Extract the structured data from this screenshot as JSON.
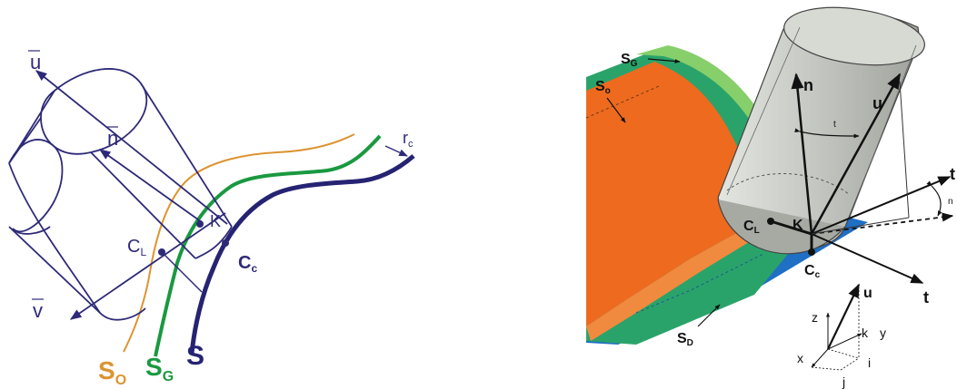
{
  "left": {
    "labels": {
      "u": "u",
      "n": "n",
      "v": "v",
      "k": "K",
      "cl_main": "C",
      "cl_sub": "L",
      "cc_main": "C",
      "cc_sub": "c",
      "rc_main": "r",
      "rc_sub": "c",
      "so_main": "S",
      "so_sub": "O",
      "sg_main": "S",
      "sg_sub": "G",
      "s": "S"
    },
    "colors": {
      "tool": "#2e2a78",
      "s_curve": "#262373",
      "sg_curve": "#1a9940",
      "so_curve": "#dc9431"
    }
  },
  "right": {
    "labels": {
      "sg_main": "S",
      "sg_sub": "G",
      "so_main": "S",
      "so_sub": "o",
      "sd_main": "S",
      "sd_sub": "D",
      "n": "n",
      "u": "u",
      "t_top": "t",
      "t_bottom": "t",
      "n_angle": "n",
      "t_angle": "t",
      "cl_main": "C",
      "cl_sub": "L",
      "k": "K",
      "cc_main": "C",
      "cc_sub": "c",
      "axis_u": "u",
      "axis_z": "z",
      "axis_k": "k",
      "axis_y": "y",
      "axis_x": "x",
      "axis_i": "i",
      "axis_j": "j"
    },
    "colors": {
      "so_orange": "#ee6a1f",
      "sg_green": "#2aa36a",
      "sd_blue": "#1f6fc4",
      "tool_grey": "#b7bab4"
    }
  }
}
